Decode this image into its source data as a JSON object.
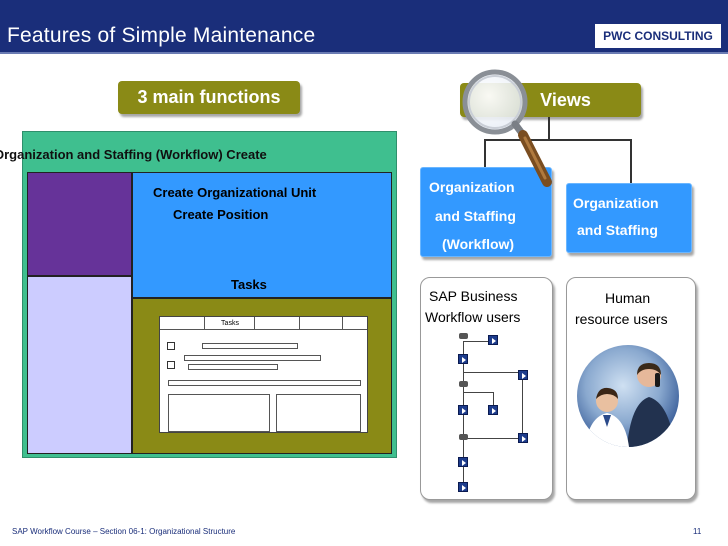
{
  "header": {
    "title": "Features of Simple Maintenance",
    "logo_text": "PWC CONSULTING"
  },
  "left": {
    "main_functions_label": "3 main functions",
    "section_title": "Organization and Staffing (Workflow) Create",
    "create_line1": "Create Organizational Unit",
    "create_line2": "Create Position",
    "tasks_label": "Tasks",
    "mini_window_tab": "Tasks"
  },
  "right": {
    "views_label": "Views",
    "org_workflow_line1": "Organization",
    "org_workflow_line2": "and Staffing",
    "org_workflow_line3": "(Workflow)",
    "org_hr_line1": "Organization",
    "org_hr_line2": "and Staffing",
    "sap_users_line1": "SAP Business",
    "sap_users_line2": "Workflow users",
    "hr_users_line1": "Human",
    "hr_users_line2": "resource users"
  },
  "footer": {
    "course_text": "SAP Workflow Course – Section 06-1: Organizational Structure",
    "page_number": "11"
  },
  "colors": {
    "header_bg": "#1a2e7a",
    "olive": "#8a8a16",
    "green": "#3fbf8f",
    "purple": "#663399",
    "lavender": "#ccccff",
    "blue": "#3399ff"
  },
  "icons": [
    "magnifier-icon",
    "workflow-step-icon",
    "people-photo"
  ]
}
